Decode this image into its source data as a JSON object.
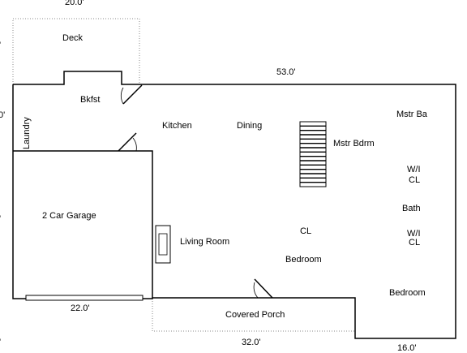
{
  "dimensions": {
    "deck_width": "20.0'",
    "house_length": "53.0'",
    "garage_width": "22.0'",
    "porch_length": "32.0'",
    "bedroom_width": "16.0'",
    "left_top": "0'",
    "left_edge_tick_a": "'",
    "left_edge_tick_b": "'",
    "left_edge_tick_c": "'"
  },
  "rooms": {
    "deck": "Deck",
    "bkfst": "Bkfst",
    "laundry": "Laundry",
    "kitchen": "Kitchen",
    "dining": "Dining",
    "mstr_ba": "Mstr Ba",
    "mstr_bdrm": "Mstr Bdrm",
    "wi_cl_1_line1": "W/I",
    "wi_cl_1_line2": "CL",
    "bath": "Bath",
    "wi_cl_2_line1": "W/I",
    "wi_cl_2_line2": "CL",
    "garage": "2 Car Garage",
    "living_room": "Living Room",
    "cl": "CL",
    "bedroom_1": "Bedroom",
    "bedroom_2": "Bedroom",
    "covered_porch": "Covered Porch"
  },
  "colors": {
    "wall": "#000000",
    "dotted_outline": "#888888",
    "background": "#ffffff"
  }
}
